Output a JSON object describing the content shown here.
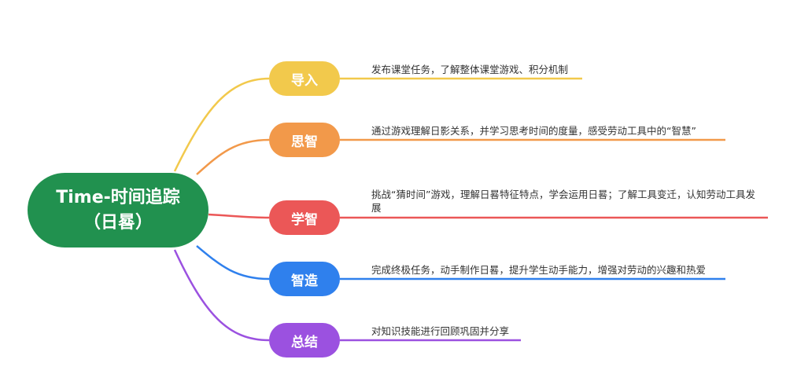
{
  "root": {
    "line1": "Time-时间追踪",
    "line2": "（日晷）",
    "color": "#21914f"
  },
  "branches": [
    {
      "label": "导入",
      "text": "发布课堂任务，了解整体课堂游戏、积分机制",
      "color": "#f2c94c"
    },
    {
      "label": "思智",
      "text": "通过游戏理解日影关系，并学习思考时间的度量，感受劳动工具中的“智慧”",
      "color": "#f2994a"
    },
    {
      "label": "学智",
      "text": "挑战“猜时间”游戏，理解日晷特征特点，学会运用日晷；了解工具变迁，认知劳动工具发展",
      "color": "#eb5757"
    },
    {
      "label": "智造",
      "text": "完成终极任务，动手制作日晷，提升学生动手能力，增强对劳动的兴趣和热爱",
      "color": "#2f80ed"
    },
    {
      "label": "总结",
      "text": "对知识技能进行回顾巩固并分享",
      "color": "#9b51e0"
    }
  ]
}
